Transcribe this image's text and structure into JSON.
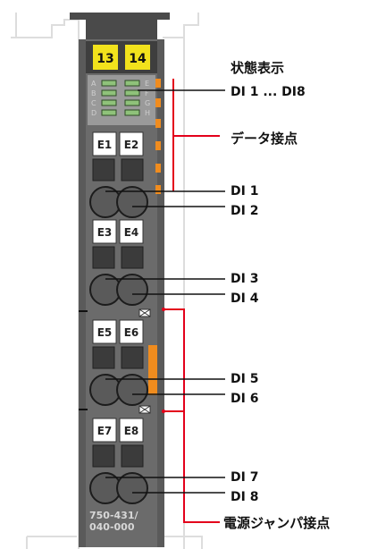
{
  "module": {
    "badges": [
      "13",
      "14"
    ],
    "led_letters_left": [
      "A",
      "B",
      "C",
      "D"
    ],
    "led_letters_right": [
      "E",
      "F",
      "G",
      "H"
    ],
    "terminals": [
      "E1",
      "E2",
      "E3",
      "E4",
      "E5",
      "E6",
      "E7",
      "E8"
    ],
    "part_number_line1": "750-431/",
    "part_number_line2": "040-000"
  },
  "labels": {
    "status_line1": "状態表示",
    "status_line2": "DI 1 ... DI8",
    "data_contacts": "データ接点",
    "di1": "DI 1",
    "di2": "DI 2",
    "di3": "DI 3",
    "di4": "DI 4",
    "di5": "DI 5",
    "di6": "DI 6",
    "di7": "DI 7",
    "di8": "DI 8",
    "power_jumper": "電源ジャンパ接点"
  },
  "colors": {
    "housing": "#6b6b6b",
    "housing_dark": "#4a4a4a",
    "badge": "#f2e21c",
    "led": "#8fc27a",
    "accent_red": "#e3001b",
    "contact": "#f08c1e",
    "outline_light": "#dddddd"
  }
}
